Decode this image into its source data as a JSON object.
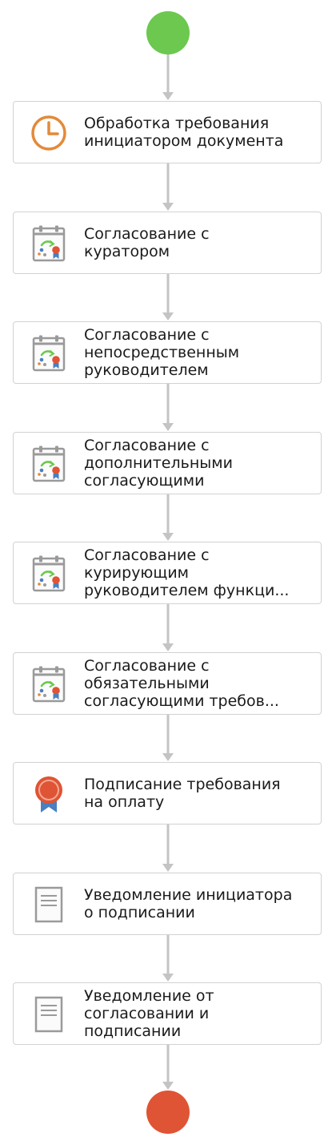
{
  "colors": {
    "start": "#6cc84f",
    "end": "#df5434",
    "connector": "#c4c4c4",
    "border": "#d2d2d2",
    "text": "#1a1a1a"
  },
  "start_event": {
    "icon": "start-event-circle"
  },
  "end_event": {
    "icon": "end-event-circle"
  },
  "steps": [
    {
      "icon": "clock-icon",
      "lines": [
        "Обработка требования",
        "инициатором документа"
      ]
    },
    {
      "icon": "approval-task-icon",
      "lines": [
        "Согласование с",
        "куратором"
      ]
    },
    {
      "icon": "approval-task-icon",
      "lines": [
        "Согласование с",
        "непосредственным",
        "руководителем"
      ]
    },
    {
      "icon": "approval-task-icon",
      "lines": [
        "Согласование с",
        "дополнительными",
        "согласующими"
      ]
    },
    {
      "icon": "approval-task-icon",
      "lines": [
        "Согласование с",
        "курирующим",
        "руководителем функци..."
      ]
    },
    {
      "icon": "approval-task-icon",
      "lines": [
        "Согласование с",
        "обязательными",
        "согласующими требов..."
      ]
    },
    {
      "icon": "signing-medal-icon",
      "lines": [
        "Подписание требования",
        "на оплату"
      ]
    },
    {
      "icon": "notification-document-icon",
      "lines": [
        "Уведомление инициатора",
        "о подписании"
      ]
    },
    {
      "icon": "notification-document-icon",
      "lines": [
        "Уведомление от",
        "согласовании и",
        "подписании"
      ]
    }
  ]
}
